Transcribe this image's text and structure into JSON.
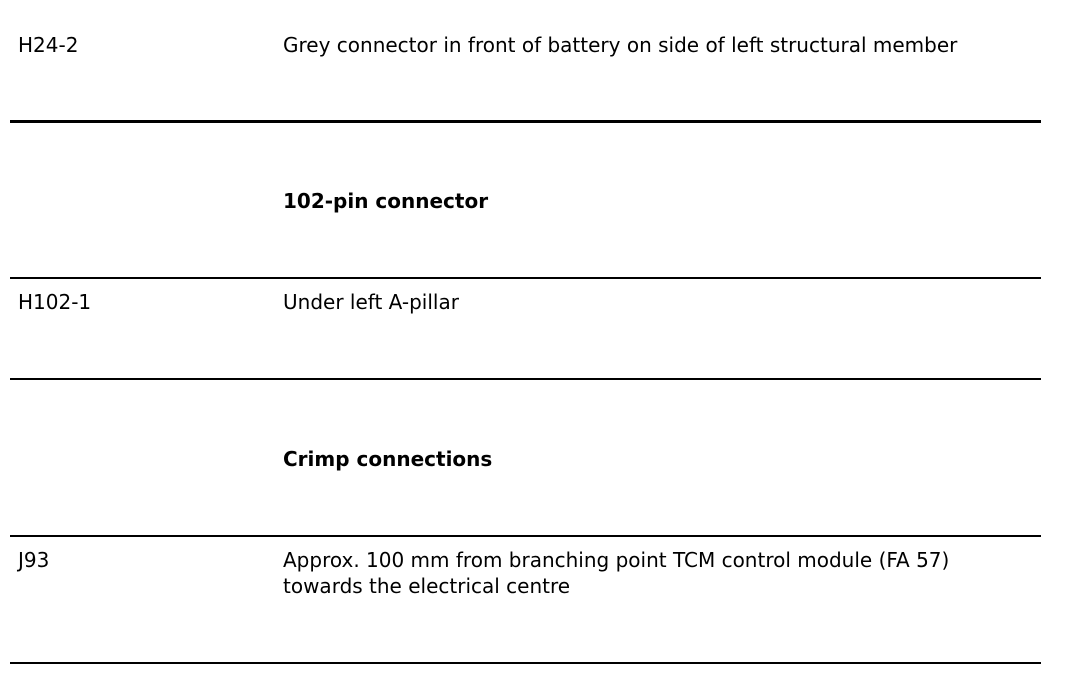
{
  "rows": [
    {
      "code": "H24-2",
      "desc": "Grey connector in front of battery on side of left structural member"
    },
    {
      "heading": "102-pin connector"
    },
    {
      "code": "H102-1",
      "desc": "Under left A-pillar"
    },
    {
      "heading": "Crimp connections"
    },
    {
      "code": "J93",
      "desc_lines": [
        "Approx. 100 mm from branching point TCM control module (FA 57)",
        "towards the electrical centre"
      ]
    }
  ]
}
